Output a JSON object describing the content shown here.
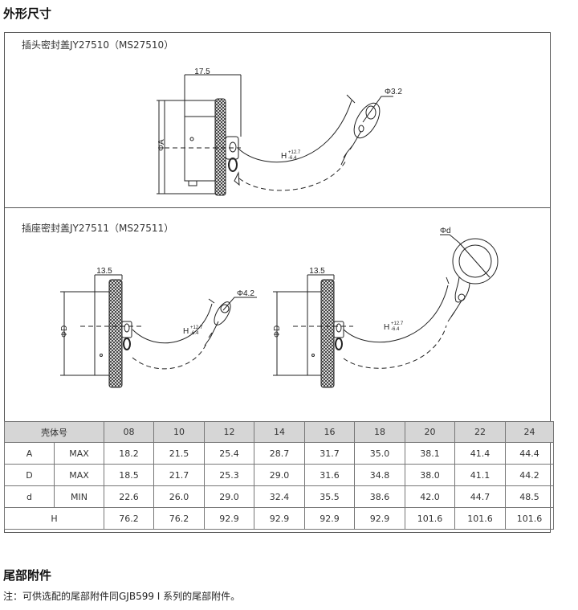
{
  "section1_title": "外形尺寸",
  "plug_cap": {
    "caption": "插头密封盖JY27510（MS27510）",
    "dim_length": "17.5",
    "dim_dia": "ΦA",
    "dim_hole": "Φ3.2",
    "dim_h": "H",
    "tol_plus": "+12.7",
    "tol_minus": "-6.4"
  },
  "receptacle_cap": {
    "caption": "插座密封盖JY27511（MS27511）",
    "dim_length": "13.5",
    "dim_dia": "ΦD",
    "dim_hole": "Φ4.2",
    "dim_ring": "Φd",
    "dim_h": "H",
    "tol_plus": "+12.7",
    "tol_minus": "-6.4"
  },
  "table": {
    "header_label": "壳体号",
    "shells": [
      "08",
      "10",
      "12",
      "14",
      "16",
      "18",
      "20",
      "22",
      "24"
    ],
    "rows": [
      {
        "param": "A",
        "limit": "MAX",
        "values": [
          "18.2",
          "21.5",
          "25.4",
          "28.7",
          "31.7",
          "35.0",
          "38.1",
          "41.4",
          "44.4"
        ]
      },
      {
        "param": "D",
        "limit": "MAX",
        "values": [
          "18.5",
          "21.7",
          "25.3",
          "29.0",
          "31.6",
          "34.8",
          "38.0",
          "41.1",
          "44.2"
        ]
      },
      {
        "param": "d",
        "limit": "MIN",
        "values": [
          "22.6",
          "26.0",
          "29.0",
          "32.4",
          "35.5",
          "38.6",
          "42.0",
          "44.7",
          "48.5"
        ]
      }
    ],
    "h_row": {
      "param": "H",
      "values": [
        "76.2",
        "76.2",
        "92.9",
        "92.9",
        "92.9",
        "92.9",
        "101.6",
        "101.6",
        "101.6"
      ]
    }
  },
  "section2_title": "尾部附件",
  "note": "注：可供选配的尾部附件同GJB599 I 系列的尾部附件。"
}
